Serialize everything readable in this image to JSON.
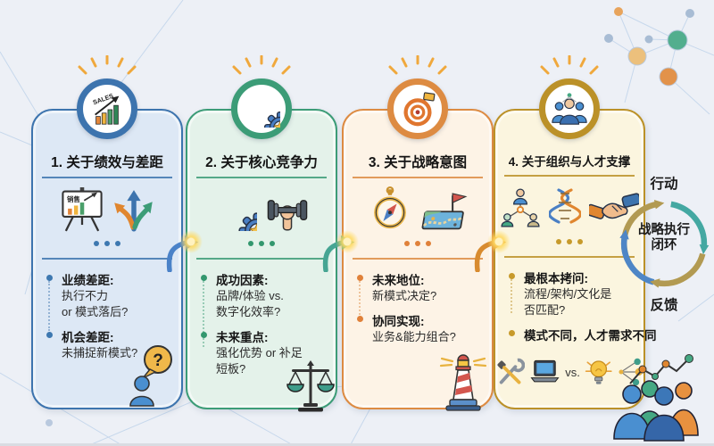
{
  "page": {
    "background": "#edf0f6"
  },
  "cards": [
    {
      "title": "1. 关于绩效与差距",
      "accent": "#3d74ae",
      "fill": "#dde8f5",
      "badge_icon": "sales-growth-chart-icon",
      "badge_label": "SALES",
      "board_label": "销售",
      "content_icons": [
        "presentation-chart-icon",
        "diverging-arrows-icon"
      ],
      "bullets": [
        {
          "title": "业绩差距:",
          "lines": [
            "执行不力",
            "or 模式落后?"
          ]
        },
        {
          "title": "机会差距:",
          "lines": [
            "未捕捉新模式?"
          ]
        }
      ],
      "corner_icon": "person-question-icon"
    },
    {
      "title": "2. 关于核心竞争力",
      "accent": "#3c9c77",
      "fill": "#e4f2ea",
      "badge_icon": "gear-star-icon",
      "content_icons": [
        "gear-star-icon",
        "dumbbell-hand-icon"
      ],
      "bullets": [
        {
          "title": "成功因素:",
          "lines": [
            "品牌/体验 vs.",
            "数字化效率?"
          ]
        },
        {
          "title": "未来重点:",
          "lines": [
            "强化优势 or 补足",
            "短板?"
          ]
        }
      ],
      "corner_icon": "balance-scale-icon"
    },
    {
      "title": "3. 关于战略意图",
      "accent": "#dd8b42",
      "fill": "#fdf3e6",
      "badge_icon": "target-flag-icon",
      "content_icons": [
        "compass-icon",
        "map-flag-icon"
      ],
      "bullets": [
        {
          "title": "未来地位:",
          "lines": [
            "新模式决定?"
          ]
        },
        {
          "title": "协同实现:",
          "lines": [
            "业务&能力组合?"
          ]
        }
      ],
      "corner_icon": "lighthouse-icon"
    },
    {
      "title": "4. 关于组织与人才支撑",
      "accent": "#bb9128",
      "fill": "#fbf5df",
      "badge_icon": "team-icon",
      "content_icons": [
        "org-network-icon",
        "dna-icon",
        "handshake-icon"
      ],
      "bullets": [
        {
          "title": "最根本拷问:",
          "lines": [
            "流程/架构/文化是",
            "否匹配?"
          ]
        },
        {
          "title": "模式不同，人才需求不同",
          "lines": []
        }
      ],
      "footer_icons": [
        "tools-icon",
        "laptop-icon",
        "lightbulb-icon",
        "share-network-icon"
      ],
      "vs_label": "vs."
    }
  ],
  "question_mark": "?",
  "loop": {
    "top_label": "行动",
    "center_line1": "战略执行",
    "center_line2": "闭环",
    "bottom_label": "反馈",
    "arrow_colors": {
      "gold": "#b29a52",
      "teal": "#44a8a2",
      "blue": "#4e86c6"
    }
  },
  "connector_colors": [
    "#4a82c8",
    "#46a593",
    "#d88b2f"
  ]
}
